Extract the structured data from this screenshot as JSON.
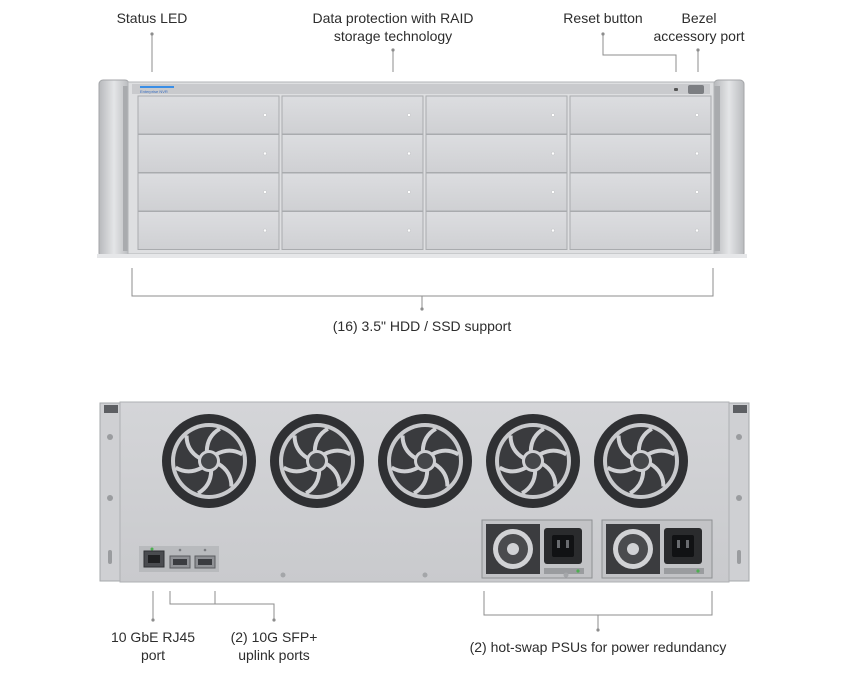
{
  "labels": {
    "status_led": "Status LED",
    "raid": "Data protection with RAID\nstorage technology",
    "reset": "Reset button",
    "bezel": "Bezel\naccessory port",
    "drives": "(16) 3.5\" HDD / SSD support",
    "rj45": "10 GbE RJ45\nport",
    "sfp": "(2) 10G SFP+\nuplink ports",
    "psu": "(2) hot-swap PSUs for power redundancy"
  },
  "front": {
    "brand_text": "Enterprise NVR",
    "status_led_color": "#3a8ee6"
  },
  "colors": {
    "chassis": "#d9dadc",
    "chassis_dark": "#c3c4c7",
    "bay": "#d3d4d6",
    "bay_border": "#aeb0b3",
    "fan_dark": "#2f3033",
    "leader": "#8d8d8d"
  },
  "drive_bays": {
    "rows": 4,
    "cols": 4
  },
  "fans": {
    "count": 5
  }
}
